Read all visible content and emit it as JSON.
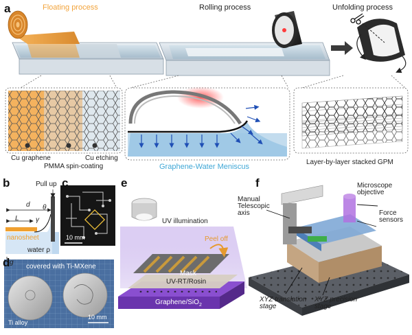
{
  "panels": {
    "a": {
      "letter": "a",
      "processes": {
        "floating": "Floating process",
        "rolling": "Rolling process",
        "unfolding": "Unfolding process"
      },
      "insets": {
        "cu_graphene": "Cu graphene",
        "pmma": "PMMA spin-coating",
        "cu_etching": "Cu etching",
        "meniscus": "Graphene-Water Meniscus",
        "stacked": "Layer-by-layer stacked GPM"
      },
      "icons": [
        "scissors-icon",
        "rotate-arrow-icon"
      ]
    },
    "b": {
      "letter": "b",
      "labels": {
        "pull_up": "Pull up",
        "d": "d",
        "L": "L",
        "gamma": "γ",
        "theta": "θ",
        "nanosheet": "nanosheet",
        "water_rho": "water ρ",
        "g": "g"
      }
    },
    "c": {
      "letter": "c",
      "scale": "10 mm"
    },
    "d": {
      "letter": "d",
      "covered": "covered with Ti-MXene",
      "ti_alloy": "Ti alloy",
      "scale": "10 mm"
    },
    "e": {
      "letter": "e",
      "uv": "UV illumination",
      "peel_off": "Peel off",
      "mask": "Mask",
      "uv_rt": "UV-RT/Rosin",
      "substrate": "Graphene/SiO",
      "substrate_sub": "2"
    },
    "f": {
      "letter": "f",
      "objective": "Microscope\nobjective",
      "manual": "Manual\nTelescopic\naxis",
      "force": "Force\nsensors",
      "xyz_translation": "XYZ translation\nstage",
      "xyz_precision": "XYZ precision\nstage"
    }
  },
  "colors": {
    "floating_text": "#f2a33a",
    "meniscus_text": "#3fa7d6",
    "nanosheet": "#f0a030",
    "peel_off": "#e69a2e",
    "arrow_blue": "#1f4fb5",
    "stage_purple": "#7b3fc8"
  }
}
